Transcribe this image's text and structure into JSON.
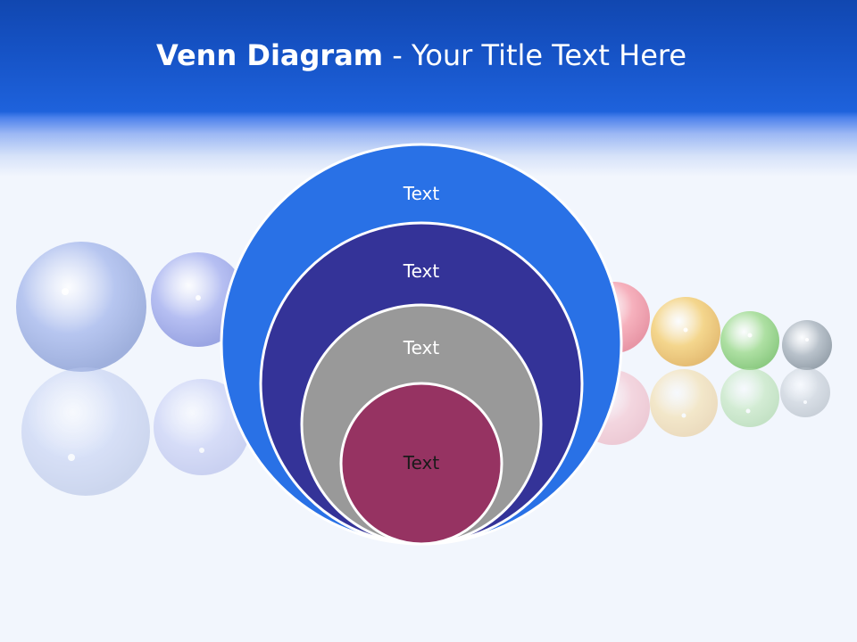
{
  "slide": {
    "title_bold": "Venn Diagram",
    "title_rest": " - Your Title Text Here"
  },
  "diagram": {
    "type": "nested-circles",
    "circles": [
      {
        "label": "Text",
        "color": "#2971e6"
      },
      {
        "label": "Text",
        "color": "#343398"
      },
      {
        "label": "Text",
        "color": "#999999"
      },
      {
        "label": "Text",
        "color": "#963362"
      }
    ]
  },
  "decor": {
    "ball_colors": [
      "#b7c6f0",
      "#b6bff2",
      "#f6b1bd",
      "#f4d68d",
      "#aee0a3",
      "#b9c2cb"
    ]
  }
}
